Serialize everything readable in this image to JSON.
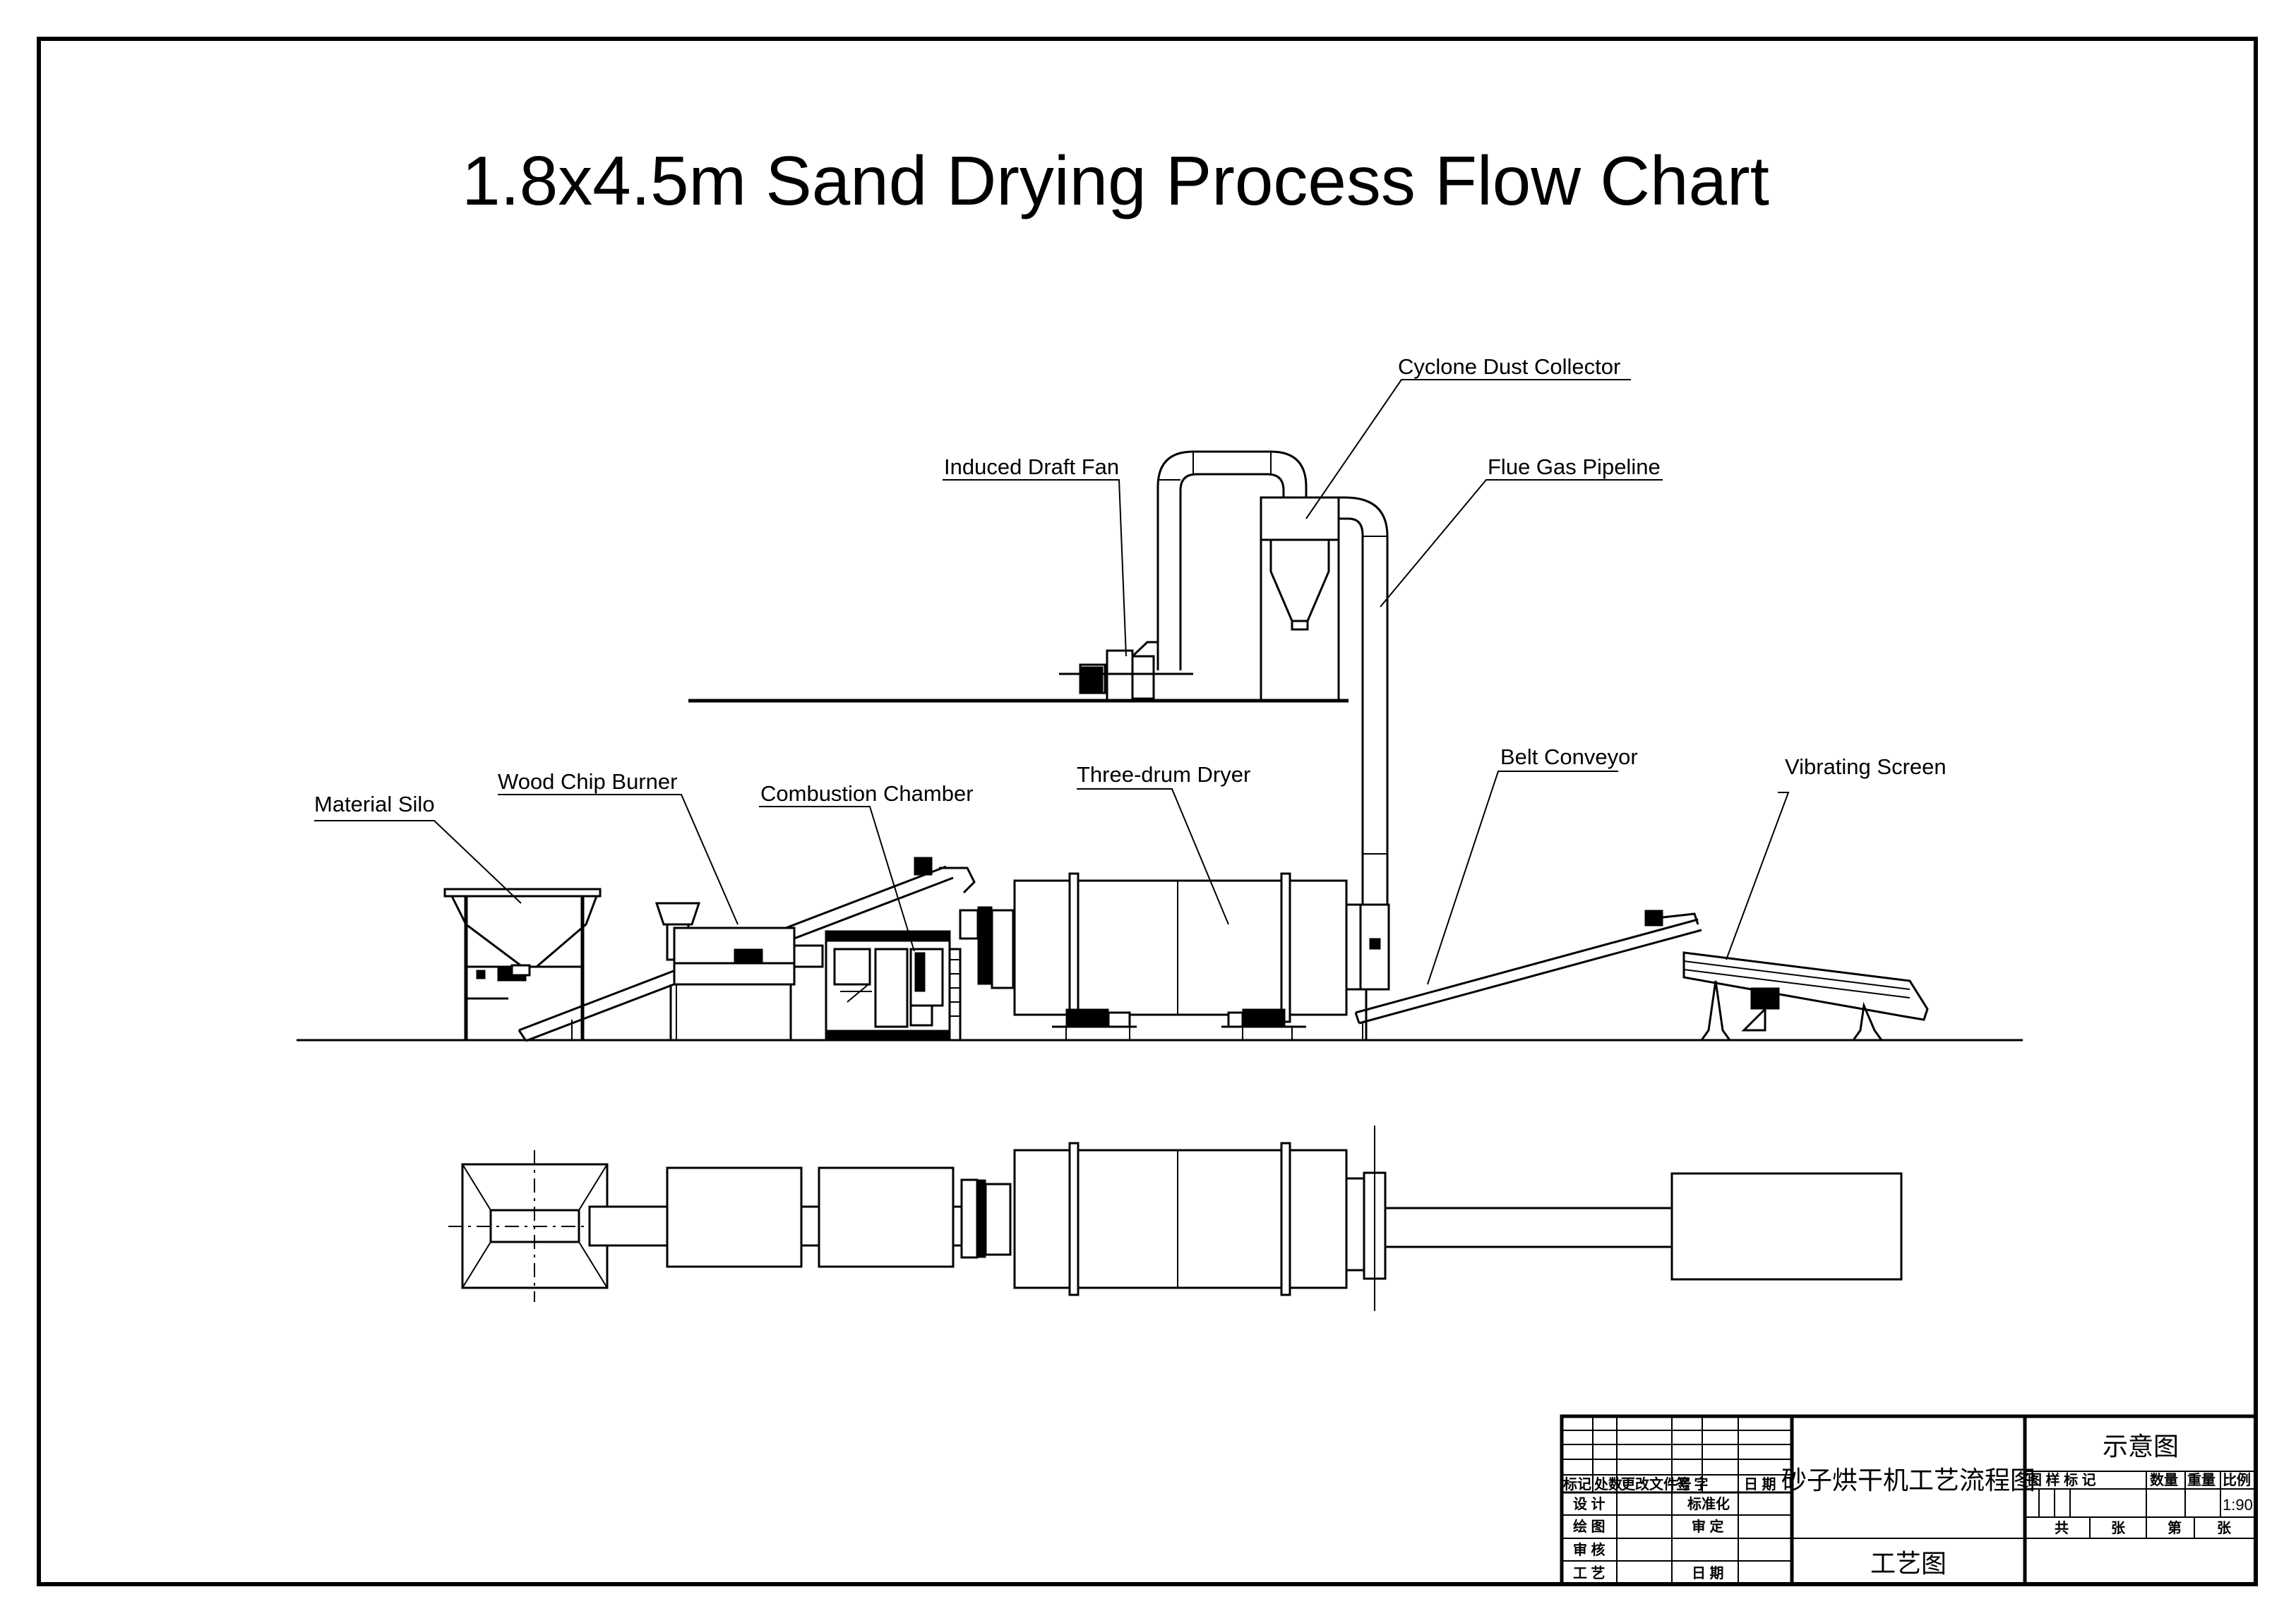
{
  "title": "1.8x4.5m Sand Drying Process Flow Chart",
  "labels": {
    "cyclone": "Cyclone Dust Collector",
    "fan": "Induced Draft Fan",
    "flue": "Flue Gas Pipeline",
    "silo": "Material Silo",
    "burner": "Wood Chip Burner",
    "chamber": "Combustion Chamber",
    "dryer": "Three-drum Dryer",
    "belt": "Belt Conveyor",
    "screen": "Vibrating Screen"
  },
  "title_block": {
    "drawing_name": "砂子烘干机工艺流程图",
    "drawing_type": "工艺图",
    "sketch": "示意图",
    "scale": "1:90",
    "revision_header": [
      "标记",
      "处数",
      "更改文件号",
      "签 字",
      "日 期"
    ],
    "rows": [
      {
        "left": "设 计",
        "right": "标准化"
      },
      {
        "left": "绘 图",
        "right": "审 定"
      },
      {
        "left": "审 核",
        "right": ""
      },
      {
        "left": "工 艺",
        "right": "日 期"
      }
    ],
    "right_header": [
      "图 样 标 记",
      "数量",
      "重量",
      "比例"
    ],
    "sheets": {
      "total": "共",
      "unit1": "张",
      "current": "第",
      "unit2": "张"
    }
  }
}
